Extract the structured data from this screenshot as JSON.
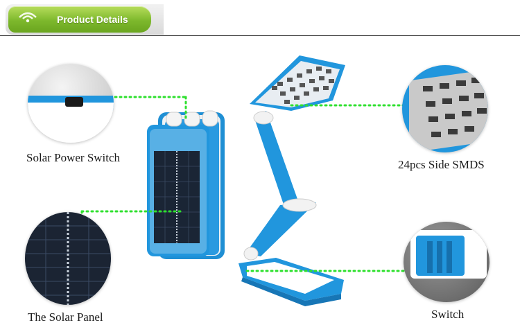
{
  "header": {
    "title": "Product Details"
  },
  "callouts": {
    "solar_power_switch": "Solar Power Switch",
    "side_smds": "24pcs Side SMDS",
    "solar_panel": "The Solar Panel",
    "switch": "Switch"
  },
  "colors": {
    "accent_green": "#7db82c",
    "dot_green": "#2ee02e",
    "lamp_blue": "#1e90d6"
  }
}
